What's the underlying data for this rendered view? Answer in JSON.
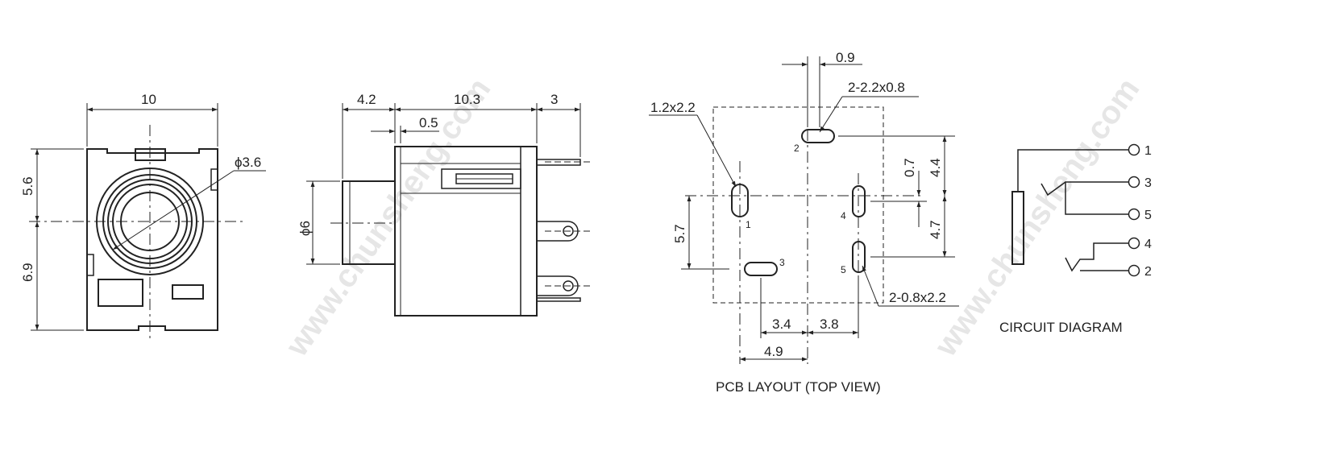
{
  "watermark": "www.chunsheng.com",
  "front_view": {
    "width": "10",
    "upper_height": "5.6",
    "lower_height": "6.9",
    "hole_diameter": "ϕ3.6"
  },
  "side_view": {
    "front_length": "4.2",
    "body_length": "10.3",
    "pin_length": "3",
    "step": "0.5",
    "diameter": "ϕ6"
  },
  "pcb_layout": {
    "caption": "PCB LAYOUT (TOP VIEW)",
    "dims": {
      "top": "0.9",
      "slot_top": "2-2.2x0.8",
      "slot_left": "1.2x2.2",
      "right_a": "0.7",
      "right_b": "4.4",
      "right_c": "4.7",
      "left": "5.7",
      "slot_bottom": "2-0.8x2.2",
      "bottom_a": "3.4",
      "bottom_b": "3.8",
      "bottom_c": "4.9"
    },
    "pins": [
      "1",
      "2",
      "3",
      "4",
      "5"
    ]
  },
  "circuit": {
    "caption": "CIRCUIT DIAGRAM",
    "pins": [
      "1",
      "3",
      "5",
      "4",
      "2"
    ]
  }
}
